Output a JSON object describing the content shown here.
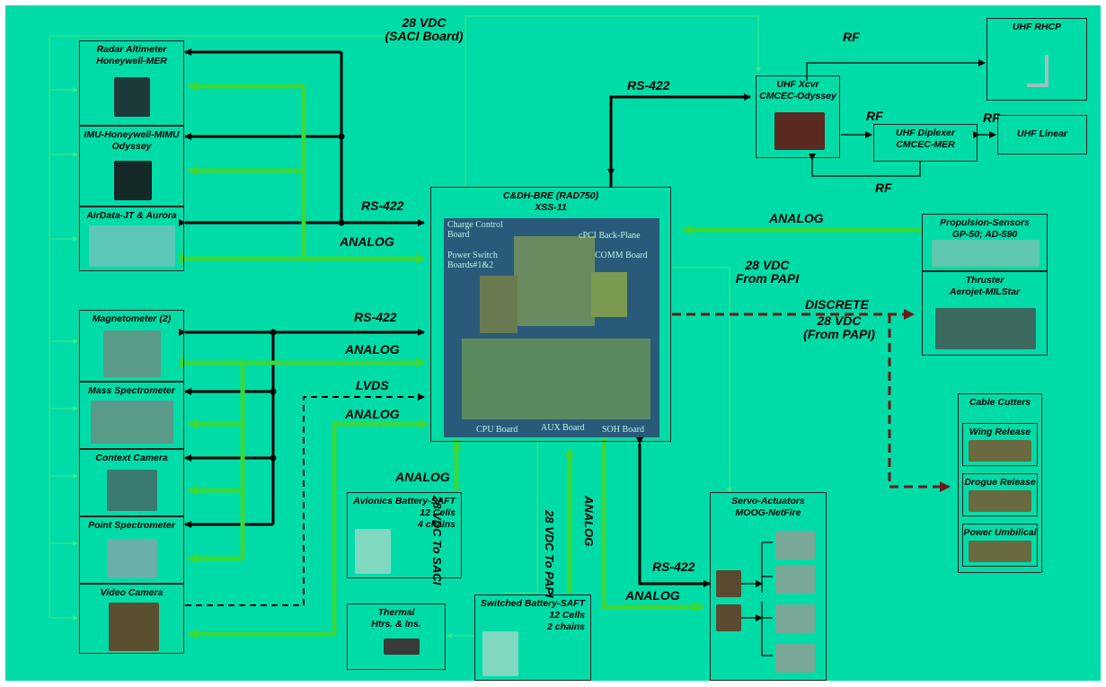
{
  "colors": {
    "background": "#00dca8",
    "black_bus": "#000000",
    "analog": "#3ad83a",
    "dashed": "#6a1a1a",
    "thin": "#40e880"
  },
  "top_bus": {
    "power_line1": "28 VDC",
    "power_line2": "(SACI Board)"
  },
  "left_instruments": [
    {
      "line1": "Radar Altimeter",
      "line2": "Honeywell-MER"
    },
    {
      "line1": "IMU-Honeywell-MIMU",
      "line2": "Odyssey"
    },
    {
      "line1": "AirData-JT & Aurora",
      "line2": ""
    },
    {
      "line1": "Magnetometer (2)",
      "line2": ""
    },
    {
      "line1": "Mass Spectrometer",
      "line2": ""
    },
    {
      "line1": "Context Camera",
      "line2": ""
    },
    {
      "line1": "Point Spectrometer",
      "line2": ""
    },
    {
      "line1": "Video Camera",
      "line2": ""
    }
  ],
  "cdh": {
    "title_line1": "C&DH-BRE (RAD750)",
    "title_line2": "XSS-11",
    "callouts": {
      "charge_control": "Charge Control Board",
      "backplane": "cPCI Back-Plane",
      "power_switch": "Power Switch Boards#1&2",
      "comm": "COMM Board",
      "cpu": "CPU Board",
      "aux": "AUX Board",
      "soh": "SOH Board"
    }
  },
  "links": {
    "rs422_upper": "RS-422",
    "analog_upper": "ANALOG",
    "rs422_lower": "RS-422",
    "analog_lower1": "ANALOG",
    "lvds": "LVDS",
    "analog_lower2": "ANALOG",
    "rs422_uhf": "RS-422",
    "rf_top": "RF",
    "rf_mid1": "RF",
    "rf_mid2": "RF",
    "rf_bottom": "RF",
    "analog_prop": "ANALOG",
    "vdc_papi1_line1": "28 VDC",
    "vdc_papi1_line2": "From PAPI",
    "discrete": "DISCRETE",
    "vdc_papi2_line1": "28 VDC",
    "vdc_papi2_line2": "(From PAPI)",
    "analog_batt": "ANALOG",
    "vdc_saci": "28 VDC To SACI",
    "vdc_papi3": "28 VDC To PAPI",
    "analog_vert": "ANALOG",
    "rs422_servo": "RS-422",
    "analog_servo": "ANALOG"
  },
  "uhf": {
    "xcvr_line1": "UHF Xcvr",
    "xcvr_line2": "CMCEC-Odyssey",
    "rhcp": "UHF RHCP",
    "diplexer_line1": "UHF Diplexer",
    "diplexer_line2": "CMCEC-MER",
    "linear": "UHF Linear"
  },
  "propulsion": {
    "sensors_line1": "Propulsion-Sensors",
    "sensors_line2": "GP-50; AD-590",
    "thruster_line1": "Thruster",
    "thruster_line2": "Aerojet-MILStar"
  },
  "cable_cutters": {
    "title": "Cable Cutters",
    "items": [
      "Wing Release",
      "Drogue Release",
      "Power Umbilical"
    ]
  },
  "avionics_battery": {
    "line1": "Avionics Battery-SAFT",
    "line2": "12 Cells",
    "line3": "4 chains"
  },
  "switched_battery": {
    "line1": "Switched Battery-SAFT",
    "line2": "12 Cells",
    "line3": "2 chains"
  },
  "thermal": {
    "line1": "Thermal",
    "line2": "Htrs. & Ins."
  },
  "servo": {
    "line1": "Servo-Actuators",
    "line2": "MOOG-NetFire"
  }
}
